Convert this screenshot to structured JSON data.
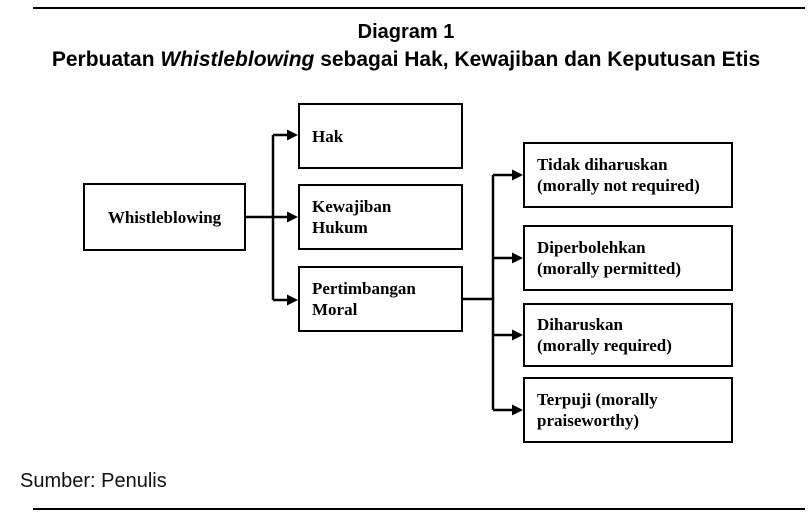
{
  "page": {
    "title_line1": "Diagram 1",
    "title_line2_prefix": "Perbuatan ",
    "title_line2_italic": "Whistleblowing",
    "title_line2_suffix": " sebagai Hak, Kewajiban dan Keputusan Etis",
    "source_caption": "Sumber: Penulis"
  },
  "diagram": {
    "nodes": {
      "root": {
        "label": "Whistleblowing"
      },
      "middle": [
        {
          "lines": [
            "Hak"
          ]
        },
        {
          "lines": [
            "Kewajiban",
            "Hukum"
          ]
        },
        {
          "lines": [
            "Pertimbangan",
            "Moral"
          ]
        }
      ],
      "right": [
        {
          "lines": [
            "Tidak diharuskan",
            "(morally not required)"
          ]
        },
        {
          "lines": [
            "Diperbolehkan",
            "(morally permitted)"
          ]
        },
        {
          "lines": [
            "Diharuskan",
            "(morally required)"
          ]
        },
        {
          "lines": [
            "Terpuji (morally",
            "praiseworthy)"
          ]
        }
      ]
    },
    "colors": {
      "line": "#000000",
      "background": "#ffffff"
    }
  }
}
